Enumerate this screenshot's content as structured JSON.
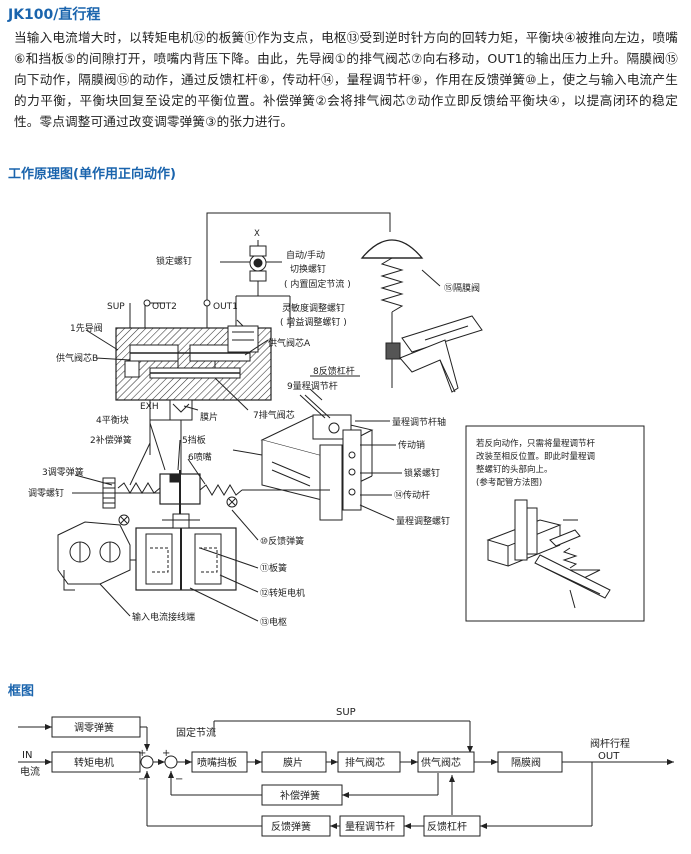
{
  "header": {
    "title": "JK100/直行程"
  },
  "intro": {
    "paragraph": "当输入电流增大时，以转矩电机⑫的板簧⑪作为支点，电枢⑬受到逆时针方向的回转力矩，平衡块④被推向左边，喷嘴⑥和挡板⑤的间隙打开，喷嘴内背压下降。由此，先导阀①的排气阀芯⑦向右移动，OUT1的输出压力上升。隔膜阀⑮向下动作，隔膜阀⑮的动作，通过反馈杠杆⑧，传动杆⑭，量程调节杆⑨，作用在反馈弹簧⑩上，使之与输入电流产生的力平衡，平衡块回复至设定的平衡位置。补偿弹簧②会将排气阀芯⑦动作立即反馈给平衡块④，以提高闭环的稳定性。零点调整可通过改变调零弹簧③的张力进行。"
  },
  "principle": {
    "heading": "工作原理图(单作用正向动作)",
    "labels": {
      "lock_screw": "锁定螺钉",
      "auto_manual": "自动/手动",
      "switch_screw": "切换螺钉",
      "fixed_throttle_inner": "( 内置固定节流 )",
      "diaphragm_valve": "⑮隔膜阀",
      "sup": "SUP",
      "out2": "OUT2",
      "out1": "OUT1",
      "sensitivity_screw": "灵敏度调整螺钉",
      "gain_screw": "( 增益调整螺钉 )",
      "pilot_valve": "1先导阀",
      "supply_spool_b": "供气阀芯B",
      "supply_spool_a": "供气阀芯A",
      "feedback_lever": "8反馈杠杆",
      "range_lever": "9量程调节杆",
      "exh": "EXH",
      "diaphragm_plate": "膜片",
      "exhaust_spool": "7排气阀芯",
      "range_lever_shaft": "量程调节杆轴",
      "balance_block": "4平衡块",
      "comp_spring": "2补偿弹簧",
      "flapper": "5挡板",
      "nozzle": "6喷嘴",
      "drive_pin": "传动销",
      "zero_spring": "3调零弹簧",
      "lock_nut": "锁紧螺钉",
      "zero_screw": "调零螺钉",
      "drive_rod": "⑭传动杆",
      "range_screw": "量程调整螺钉",
      "feedback_spring": "⑩反馈弹簧",
      "leaf_spring": "⑪板簧",
      "torque_motor": "⑫转矩电机",
      "armature": "⑬电枢",
      "input_terminal": "输入电流接线端",
      "x": "X",
      "note": [
        "若反向动作，只需将量程调节杆",
        "改装至相反位置。即此时量程调",
        "整螺钉的头部向上。",
        "(参考配管方法图)"
      ]
    }
  },
  "block_diagram": {
    "heading": "框图",
    "sup": "SUP",
    "fixed_throttle": "固定节流",
    "in": "IN",
    "current": "电流",
    "zero_spring": "调零弹簧",
    "torque_motor": "转矩电机",
    "nozzle_flapper": "喷嘴挡板",
    "diaphragm": "膜片",
    "exhaust_spool": "排气阀芯",
    "supply_spool": "供气阀芯",
    "diaphragm_valve": "隔膜阀",
    "comp_spring": "补偿弹簧",
    "feedback_spring": "反馈弹簧",
    "range_lever": "量程调节杆",
    "feedback_lever": "反馈杠杆",
    "stem_stroke": "阀杆行程",
    "out": "OUT",
    "plus": "+",
    "minus": "−"
  },
  "colors": {
    "accent": "#1a64ad"
  }
}
